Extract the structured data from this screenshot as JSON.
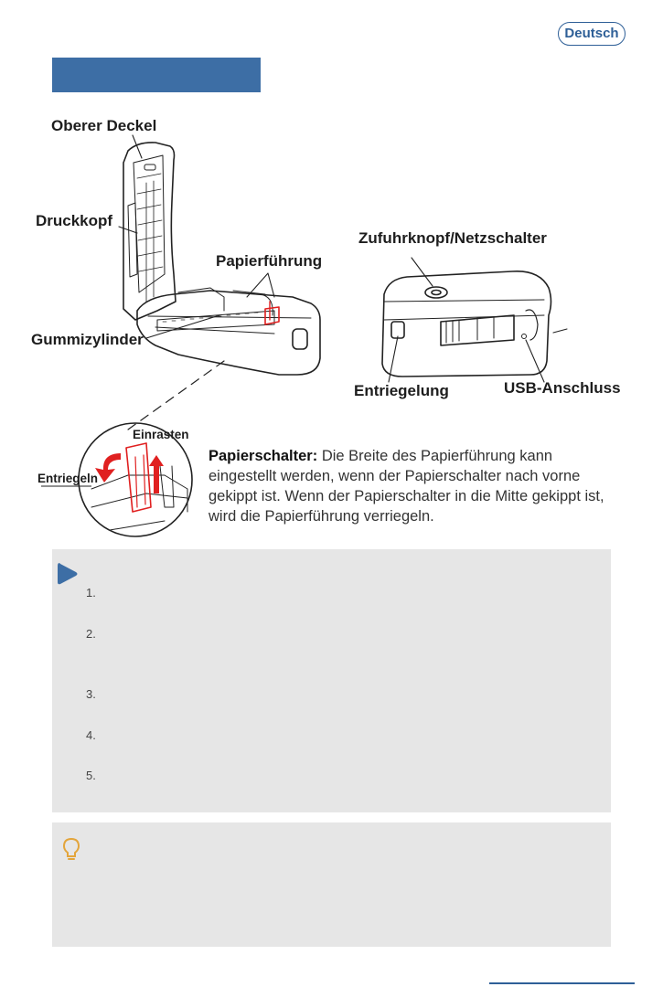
{
  "header": {
    "language": "Deutsch"
  },
  "labels": {
    "top_cover": "Oberer Deckel",
    "print_head": "Druckkopf",
    "paper_guide": "Papierführung",
    "rubber_roller": "Gummizylinder",
    "feed_button": "Zufuhrknopf/Netzschalter",
    "release": "Entriegelung",
    "usb": "USB-Anschluss",
    "lock": "Einrasten",
    "unlock": "Entriegeln"
  },
  "description": {
    "term": "Papierschalter:",
    "text": " Die Breite des Papierführung kann eingestellt werden, wenn der Papierschalter nach vorne gekippt ist. Wenn der Papierschalter in die Mitte gekippt ist, wird die Papierführung verriegeln."
  },
  "notes": [
    "1.",
    "2.",
    "3.",
    "4.",
    "5."
  ],
  "colors": {
    "accent": "#3d6ea5",
    "badge": "#2e5f97",
    "box": "#e6e6e6",
    "tip": "#e3a53b",
    "red": "#e02020"
  }
}
